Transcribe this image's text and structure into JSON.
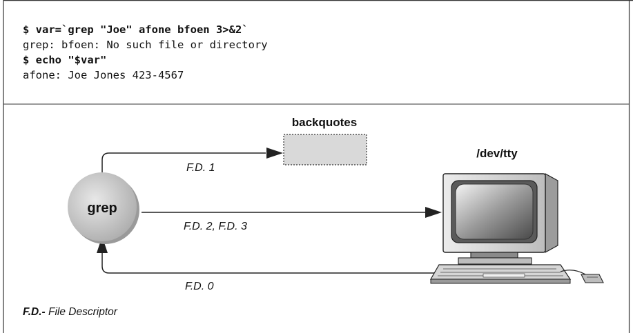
{
  "terminal": {
    "lines": [
      {
        "text": "$ var=`grep \"Joe\" afone bfoen 3>&2`",
        "kind": "command"
      },
      {
        "text": "grep: bfoen: No such file or directory",
        "kind": "output"
      },
      {
        "text": "$ echo \"$var\"",
        "kind": "command"
      },
      {
        "text": "afone: Joe Jones 423-4567",
        "kind": "output"
      }
    ]
  },
  "diagram": {
    "process_label": "grep",
    "backquotes_label": "backquotes",
    "device_label": "/dev/tty",
    "fd1_label": "F.D. 1",
    "fd23_label": "F.D. 2, F.D. 3",
    "fd0_label": "F.D. 0"
  },
  "legend": {
    "abbr": "F.D.-",
    "text": " File Descriptor"
  },
  "colors": {
    "frame": "#333333",
    "box_fill": "#d9d9d9",
    "circle_fill": "#c8c8c8",
    "monitor_body": "#d4d4d4",
    "screen": "#7a7a7a"
  }
}
